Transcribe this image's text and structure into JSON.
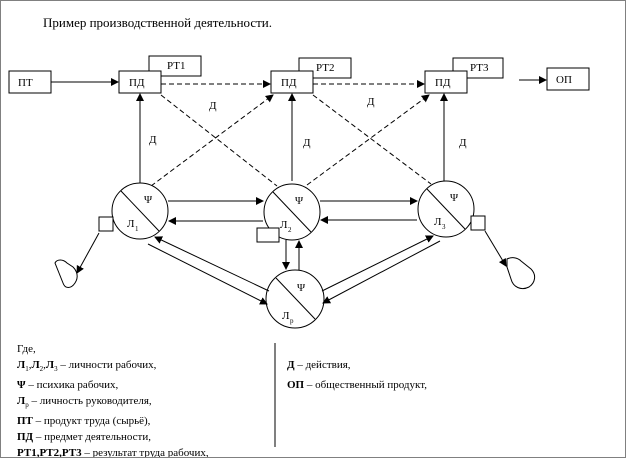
{
  "title": "Пример производственной деятельности.",
  "nodes": {
    "pt": "ПТ",
    "pd1": "ПД",
    "pd2": "ПД",
    "pd3": "ПД",
    "rt1": "РТ1",
    "rt2": "РТ2",
    "rt3": "РТ3",
    "op": "ОП"
  },
  "edge_labels": {
    "d_between_12": "Д",
    "d_between_23": "Д",
    "d_up_1": "Д",
    "d_up_2": "Д",
    "d_up_3": "Д"
  },
  "persons": {
    "psi": "Ψ",
    "l": "Л",
    "sub1": "1",
    "sub2": "2",
    "sub3": "3",
    "subr": "р"
  },
  "legend_left": {
    "where": "Где,",
    "l_workers_letters": "Л",
    "l_workers_text": "– личности рабочих,",
    "psi_sym": "Ψ",
    "psi_text": "– психика рабочих,",
    "lr_sym": "Л",
    "lr_sub": "р",
    "lr_text": "– личность руководителя,",
    "pt_sym": "ПТ",
    "pt_text": "– продукт труда (сырьё),",
    "pd_sym": "ПД",
    "pd_text": "– предмет деятельности,",
    "rt_sym": "РТ1,РТ2,РТ3",
    "rt_text": "– результат труда рабочих,"
  },
  "legend_right": {
    "d_sym": "Д",
    "d_text": "– действия,",
    "op_sym": "ОП",
    "op_text": "– общественный продукт,"
  }
}
